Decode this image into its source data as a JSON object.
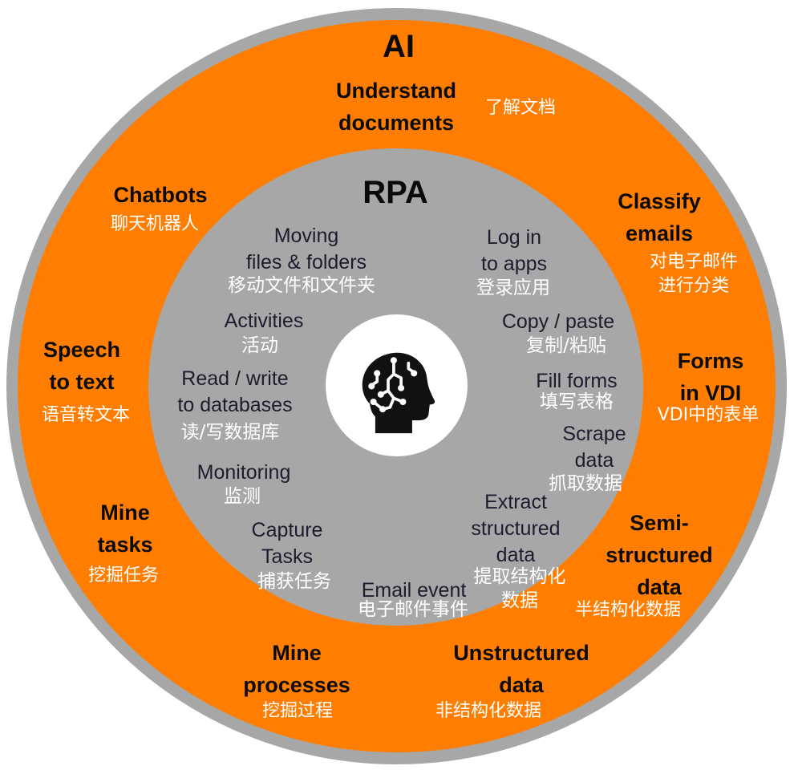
{
  "diagram": {
    "outer_title": "AI",
    "inner_title": "RPA",
    "center_icon": "brain-circuit-icon",
    "colors": {
      "outer_ring": "#ff7d00",
      "ring_border": "#a7a7a7",
      "inner_ring": "#a7a7a7",
      "core": "#ffffff",
      "label_text": "#0a0a0a",
      "translation_text": "#ffffff"
    },
    "ai_items": [
      {
        "en": [
          "Understand",
          "documents"
        ],
        "zh": "了解文档"
      },
      {
        "en": [
          "Chatbots"
        ],
        "zh": "聊天机器人"
      },
      {
        "en": [
          "Classify",
          "emails"
        ],
        "zh": [
          "对电子邮件",
          "进行分类"
        ]
      },
      {
        "en": [
          "Speech",
          "to text"
        ],
        "zh": "语音转文本"
      },
      {
        "en": [
          "Forms",
          "in VDI"
        ],
        "zh": "VDI中的表单"
      },
      {
        "en": [
          "Mine",
          "tasks"
        ],
        "zh": "挖掘任务"
      },
      {
        "en": [
          "Semi-",
          "structured",
          "data"
        ],
        "zh": "半结构化数据"
      },
      {
        "en": [
          "Mine",
          "processes"
        ],
        "zh": "挖掘过程"
      },
      {
        "en": [
          "Unstructured",
          "data"
        ],
        "zh": "非结构化数据"
      }
    ],
    "rpa_items": [
      {
        "en": [
          "Moving",
          "files & folders"
        ],
        "zh": "移动文件和文件夹"
      },
      {
        "en": [
          "Log in",
          "to apps"
        ],
        "zh": "登录应用"
      },
      {
        "en": [
          "Activities"
        ],
        "zh": "活动"
      },
      {
        "en": [
          "Copy / paste"
        ],
        "zh": "复制/粘贴"
      },
      {
        "en": [
          "Read / write",
          "to databases"
        ],
        "zh": "读/写数据库"
      },
      {
        "en": [
          "Fill forms"
        ],
        "zh": "填写表格"
      },
      {
        "en": [
          "Scrape",
          "data"
        ],
        "zh": "抓取数据"
      },
      {
        "en": [
          "Monitoring"
        ],
        "zh": "监测"
      },
      {
        "en": [
          "Extract",
          "structured",
          "data"
        ],
        "zh": [
          "提取结构化",
          "数据"
        ]
      },
      {
        "en": [
          "Capture",
          "Tasks"
        ],
        "zh": "捕获任务"
      },
      {
        "en": [
          "Email event"
        ],
        "zh": "电子邮件事件"
      }
    ]
  }
}
